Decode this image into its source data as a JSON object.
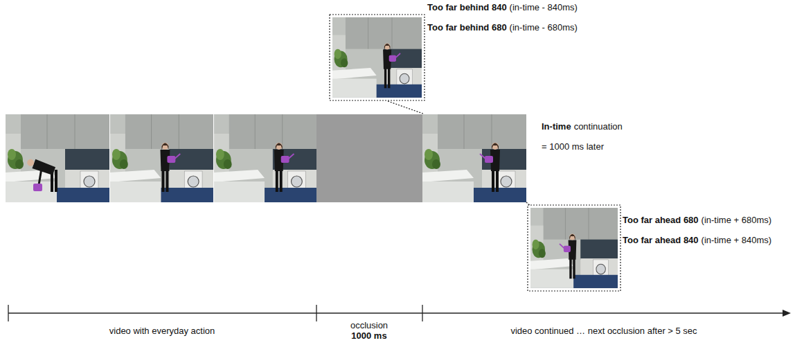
{
  "diagram": {
    "labels": [
      "Too far behind 840",
      "(in-time - 840ms)",
      "Too far behind 680",
      "(in-time - 680ms)",
      "In-time",
      "continuation",
      "= 1000 ms later",
      "Too far ahead 680",
      "(in-time + 680ms)",
      "Too far ahead 840",
      "(in-time + 840ms)",
      "video with everyday action",
      "occlusion",
      "1000 ms",
      "video continued … next occlusion after > 5 sec"
    ]
  }
}
